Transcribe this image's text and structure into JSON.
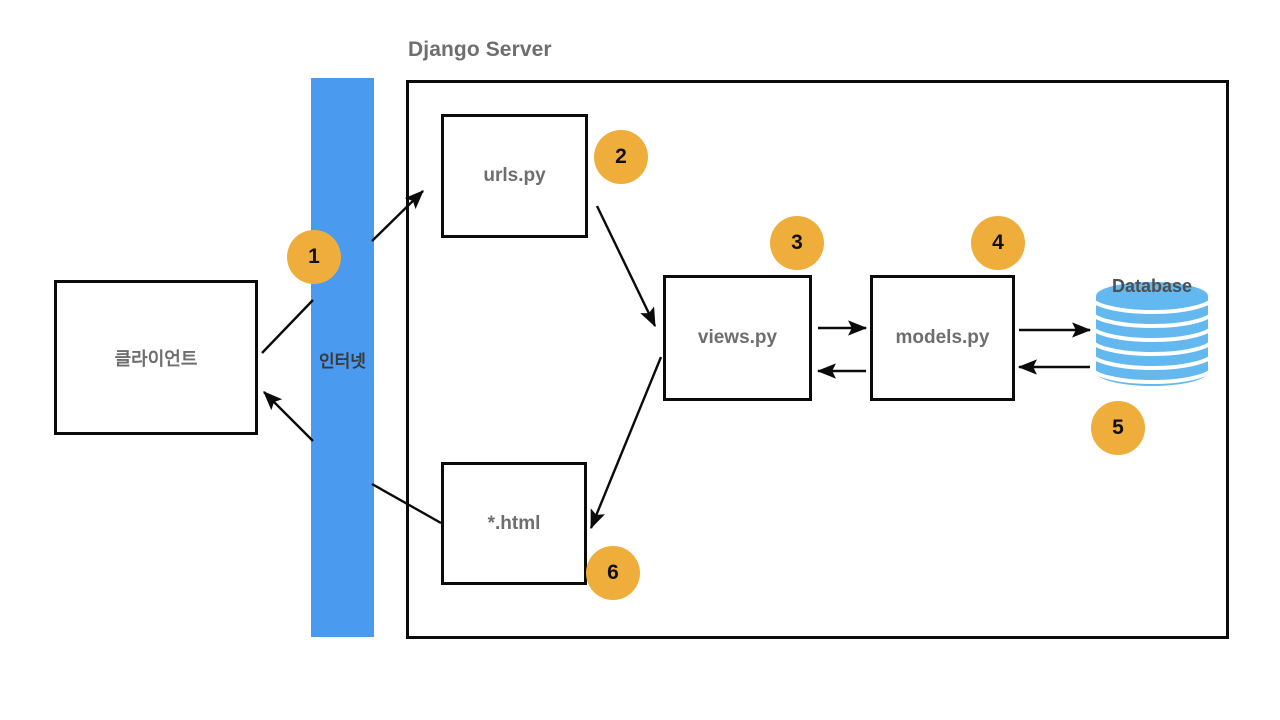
{
  "diagram": {
    "title": "Django Server",
    "client": {
      "label": "클라이언트"
    },
    "internet": {
      "label": "인터넷"
    },
    "nodes": {
      "urls": "urls.py",
      "views": "views.py",
      "models": "models.py",
      "html": "*.html",
      "database": "Database"
    },
    "badges": [
      {
        "id": "1",
        "label": "1"
      },
      {
        "id": "2",
        "label": "2"
      },
      {
        "id": "3",
        "label": "3"
      },
      {
        "id": "4",
        "label": "4"
      },
      {
        "id": "5",
        "label": "5"
      },
      {
        "id": "6",
        "label": "6"
      }
    ],
    "colors": {
      "internet_blue": "#4a9af0",
      "database_blue": "#63b8f0",
      "badge_orange": "#efad3c",
      "box_border": "#0b0b0b",
      "label_gray": "#6e6e6e",
      "title_gray": "#6e6e6e"
    }
  }
}
